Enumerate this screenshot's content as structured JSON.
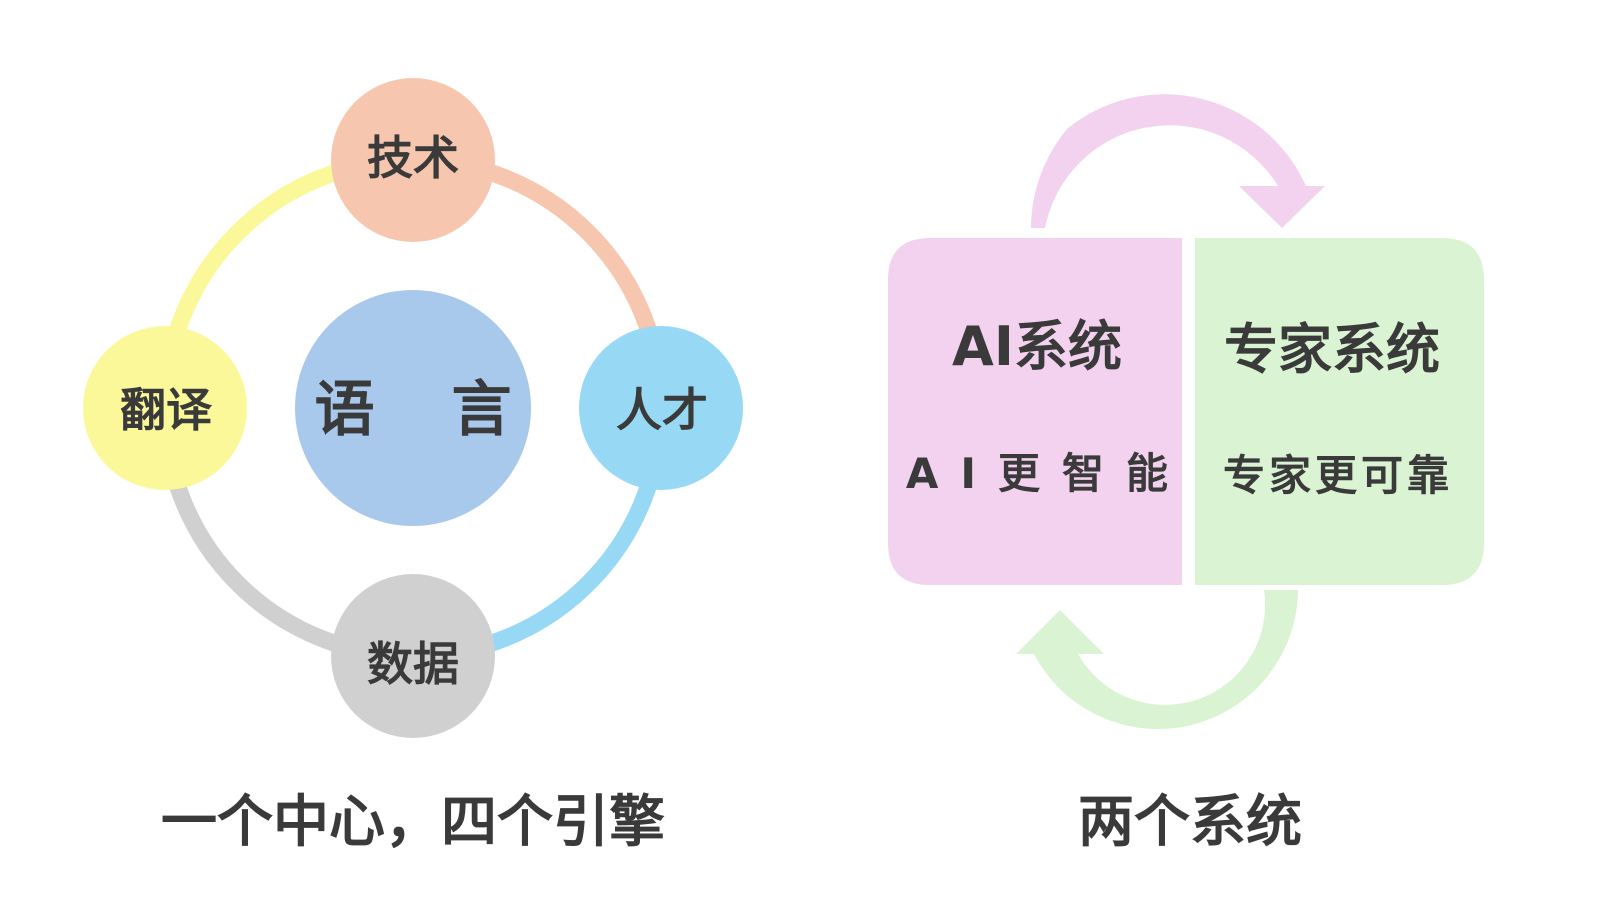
{
  "left_diagram": {
    "center": {
      "label": "语 言",
      "color": "#a8c9ec"
    },
    "nodes": [
      {
        "id": "top",
        "label": "技术",
        "color": "#f6c7ae"
      },
      {
        "id": "right",
        "label": "人才",
        "color": "#97d9f5"
      },
      {
        "id": "bottom",
        "label": "数据",
        "color": "#d0d0d0"
      },
      {
        "id": "left",
        "label": "翻译",
        "color": "#fbf89a"
      }
    ],
    "ring_segments": [
      {
        "from": "top",
        "to": "right",
        "color": "#f6c7ae"
      },
      {
        "from": "right",
        "to": "bottom",
        "color": "#97d9f5"
      },
      {
        "from": "bottom",
        "to": "left",
        "color": "#d0d0d0"
      },
      {
        "from": "left",
        "to": "top",
        "color": "#fbf89a"
      }
    ],
    "caption": "一个中心，四个引擎"
  },
  "right_diagram": {
    "ai_box": {
      "title": "AI系统",
      "subtitle": "AI更智能",
      "color": "#f2d2ef"
    },
    "expert_box": {
      "title": "专家系统",
      "subtitle": "专家更可靠",
      "color": "#daf3d3"
    },
    "arrows": [
      {
        "name": "top-cycle-arrow",
        "color": "#f2d2ef"
      },
      {
        "name": "bottom-cycle-arrow",
        "color": "#daf3d3"
      }
    ],
    "caption": "两个系统"
  }
}
